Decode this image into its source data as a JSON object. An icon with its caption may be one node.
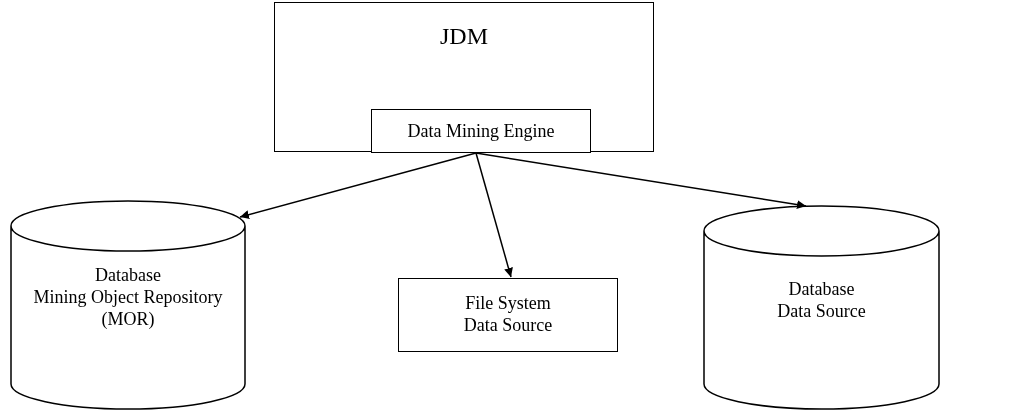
{
  "diagram": {
    "nodes": [
      {
        "text": [
          "JDM"
        ]
      },
      {
        "text": [
          "Data Mining Engine"
        ],
        "in": 0
      },
      {
        "text": [
          "Database",
          "Mining Object Repository (MOR)"
        ]
      },
      {
        "text": [
          "File System Data Source"
        ]
      },
      {
        "text": [
          "Database",
          "Data Source"
        ]
      }
    ],
    "edges": [
      {
        "from": 1,
        "to": 2,
        "arrow": "to"
      },
      {
        "from": 1,
        "to": 3,
        "arrow": "to"
      },
      {
        "from": 1,
        "to": 4,
        "arrow": "to"
      }
    ]
  }
}
